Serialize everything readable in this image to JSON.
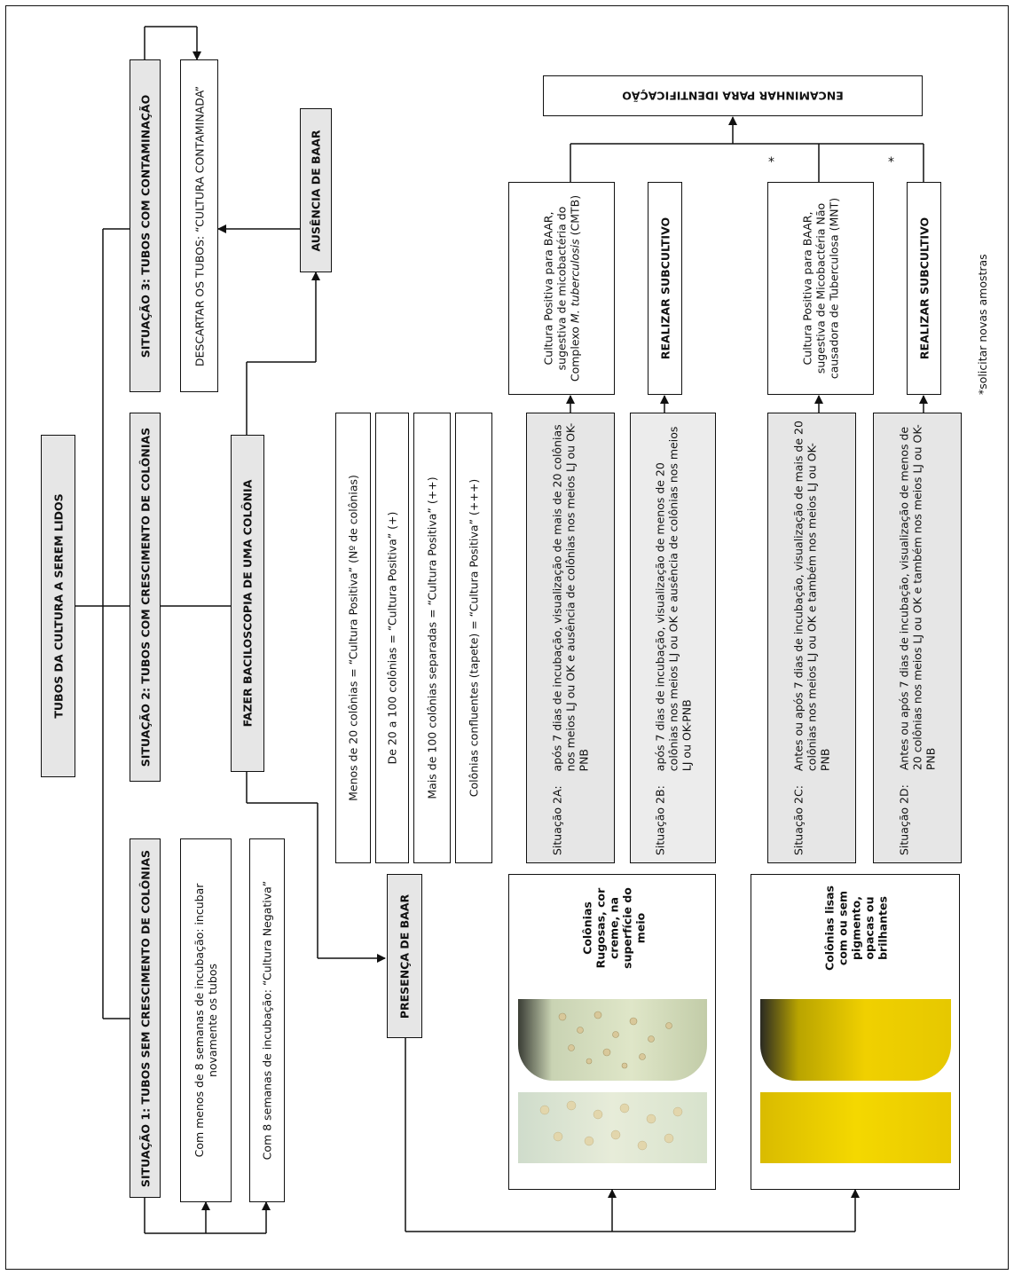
{
  "root": "TUBOS DA CULTURA A SEREM LIDOS",
  "situacao1": {
    "title": "SITUAÇÃO 1: TUBOS SEM CRESCIMENTO DE COLÔNIAS",
    "opt1": "Com menos de 8 semanas de incubação: incubar novamente os tubos",
    "opt2": "Com 8 semanas de incubação:  “Cultura Negativa”"
  },
  "situacao2": {
    "title": "SITUAÇÃO 2: TUBOS COM CRESCIMENTO DE COLÔNIAS",
    "action": "FAZER BACILOSCOPIA DE UMA COLÔNIA",
    "presenca": "PRESENÇA DE BAAR",
    "ausencia": "AUSÊNCIA DE BAAR",
    "counts": [
      "Menos de 20 colônias = “Cultura Positiva” (Nº de colônias)",
      "De 20 a 100 colônias =  “Cultura Positiva” (+)",
      "Mais de 100 colônias separadas = “Cultura Positiva” (++)",
      "Colônias confluentes (tapete) = “Cultura Positiva” (+++)"
    ]
  },
  "situacao3": {
    "title": "SITUAÇÃO 3: TUBOS COM CONTAMINAÇÃO",
    "action": "DESCARTAR OS TUBOS: “CULTURA CONTAMINADA”"
  },
  "colonias": {
    "rugosas": "Colônias Rugosas, cor creme, na superfície do meio",
    "lisas": "Colônias lisas com ou sem pigmento, opacas ou brilhantes"
  },
  "sub": [
    {
      "label": "Situação 2A:",
      "text": "após 7 dias de incubação, visualização de mais de 20 colônias nos meios LJ ou OK e ausência de colônias nos meios LJ ou OK-PNB"
    },
    {
      "label": "Situação 2B:",
      "text": "após 7 dias de incubação, visualização de menos de 20 colônias nos meios LJ ou OK e ausência de colônias nos meios LJ ou OK-PNB"
    },
    {
      "label": "Situação 2C:",
      "text": "Antes ou após 7 dias de incubação, visualização de mais de 20 colônias nos meios LJ ou OK e também nos meios LJ ou OK-PNB"
    },
    {
      "label": "Situação 2D:",
      "text": "Antes ou após 7 dias de incubação, visualização de menos de 20 colônias nos meios LJ ou OK e também nos meios LJ ou OK-PNB"
    }
  ],
  "results": {
    "cmtb_pre": "Cultura Positiva para BAAR, sugestiva de micobactéria do Complexo ",
    "cmtb_italic": "M. tuberculosis",
    "cmtb_post": " (CMTB)",
    "subcultivo": "REALIZAR SUBCULTIVO",
    "mnt": "Cultura Positiva para BAAR, sugestiva de Micobactéria Não causadora de Tuberculosa (MNT)"
  },
  "encaminhar": "ENCAMINHAR PARA IDENTIFICAÇÃO",
  "star": "*",
  "footnote": "*solicitar novas amostras",
  "colors": {
    "gray_box": "#e6e6e6",
    "cream_colony": "#dfe6c8",
    "yellow_colony": "#f0d000"
  }
}
